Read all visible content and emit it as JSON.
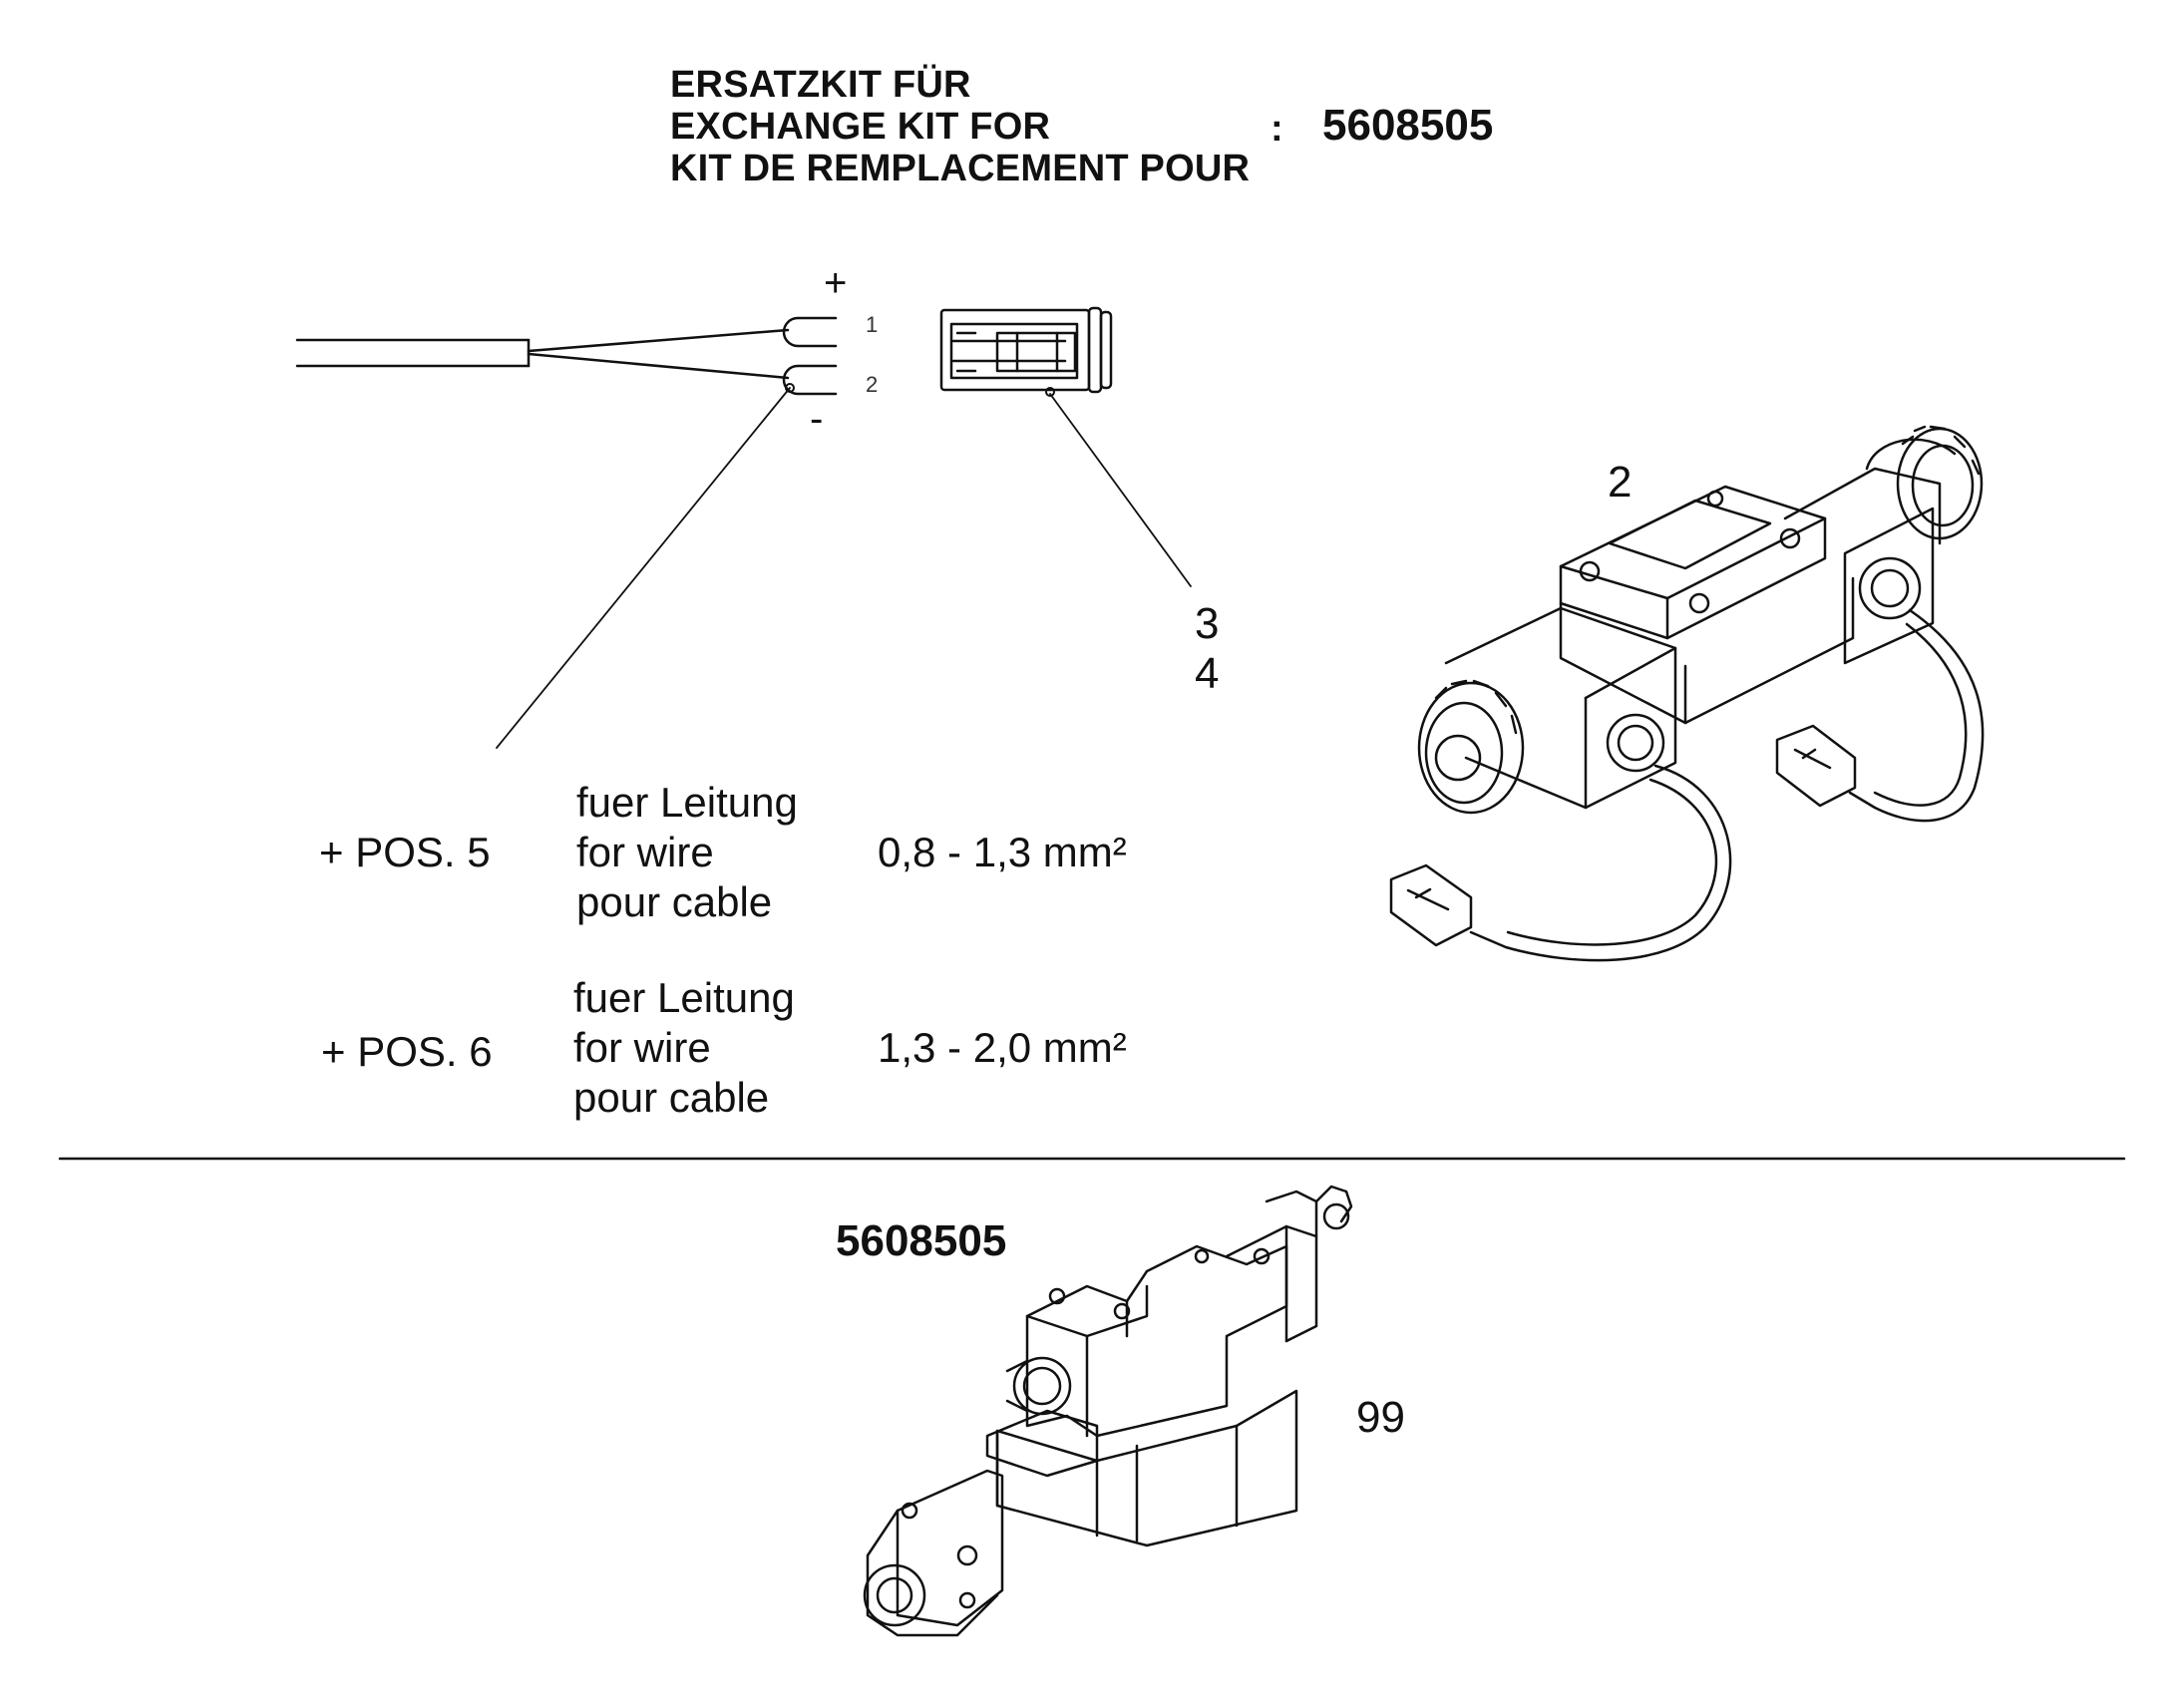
{
  "header": {
    "lines": [
      "ERSATZKIT FÜR",
      "EXCHANGE KIT FOR",
      "KIT DE REMPLACEMENT POUR"
    ],
    "separator": ":",
    "kit_number": "5608505"
  },
  "wiring": {
    "plus_sign": "+",
    "minus_sign": "-",
    "terminal_1": "1",
    "terminal_2": "2"
  },
  "callouts": {
    "item_2": "2",
    "item_3": "3",
    "item_4": "4",
    "item_99": "99"
  },
  "specs": [
    {
      "position": "+ POS. 5",
      "lines": [
        "fuer Leitung",
        "for wire",
        "pour cable"
      ],
      "range": "0,8 - 1,3 mm²"
    },
    {
      "position": "+ POS. 6",
      "lines": [
        "fuer Leitung",
        "for wire",
        "pour cable"
      ],
      "range": "1,3 - 2,0 mm²"
    }
  ],
  "bottom": {
    "kit_number": "5608505"
  },
  "colors": {
    "ink": "#111111",
    "background": "#ffffff"
  }
}
